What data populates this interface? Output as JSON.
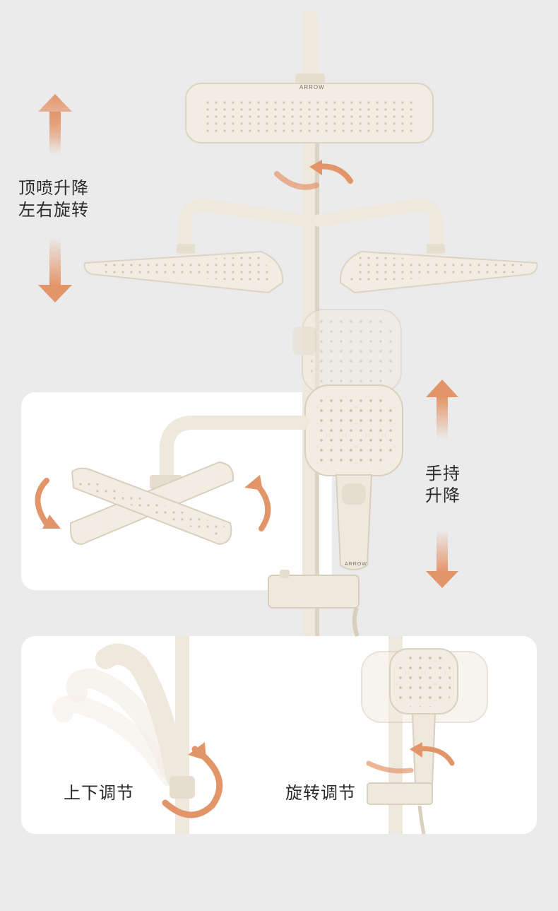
{
  "brand": {
    "logo_text": "ARROW"
  },
  "features": {
    "top_shower": {
      "line1": "顶喷升降",
      "line2": "左右旋转"
    },
    "handheld": {
      "line1": "手持",
      "line2": "升降"
    },
    "tilt": {
      "label": "上下调节"
    },
    "rotate": {
      "label": "旋转调节"
    }
  },
  "colors": {
    "background": "#ebebeb",
    "card": "#ffffff",
    "product": "#efe8dc",
    "product_shade": "#d9cfbf",
    "arrow": "#e3956a",
    "text": "#2a2a2a"
  }
}
